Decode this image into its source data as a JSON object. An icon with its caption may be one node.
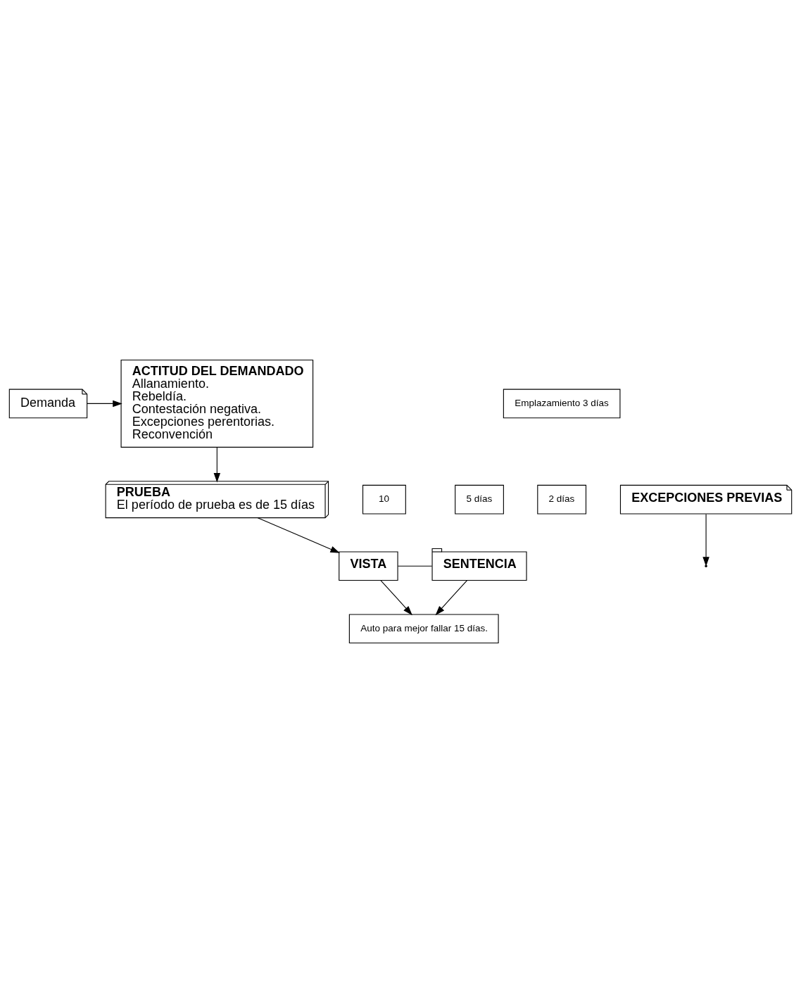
{
  "diagram": {
    "nodes": [
      {
        "text": [
          "Demanda"
        ]
      },
      {
        "text": [
          "Emplazamiento 3 días"
        ]
      },
      {
        "text": [
          "ACTITUD DEL DEMANDADO",
          "Allanamiento.",
          "Rebeldía.",
          "Contestación negativa.",
          "Excepciones perentorias.",
          "Reconvención"
        ]
      },
      {
        "text": [
          "2 días"
        ]
      },
      {
        "text": [
          "EXCEPCIONES PREVIAS"
        ]
      },
      {
        "text": [
          "PRUEBA",
          "El período de prueba es de 15 días"
        ]
      },
      {
        "text": [
          "5 días"
        ]
      },
      {
        "text": [
          "10"
        ]
      },
      {
        "text": [
          "SENTENCIA"
        ]
      },
      {
        "text": [
          "VISTA"
        ]
      },
      {
        "text": [
          "Auto para mejor fallar 15 días."
        ]
      }
    ],
    "edges": [
      {
        "from": 0,
        "to": 2,
        "arrow": "to"
      },
      {
        "from": 4,
        "to": null,
        "arrow": "to"
      },
      {
        "from": 2,
        "to": 5,
        "arrow": "to"
      },
      {
        "from": 5,
        "to": 9,
        "arrow": "to"
      },
      {
        "from": 9,
        "to": 8,
        "arrow": "none"
      },
      {
        "from": 9,
        "to": 10,
        "arrow": "to"
      },
      {
        "from": 8,
        "to": 10,
        "arrow": "to"
      }
    ]
  }
}
